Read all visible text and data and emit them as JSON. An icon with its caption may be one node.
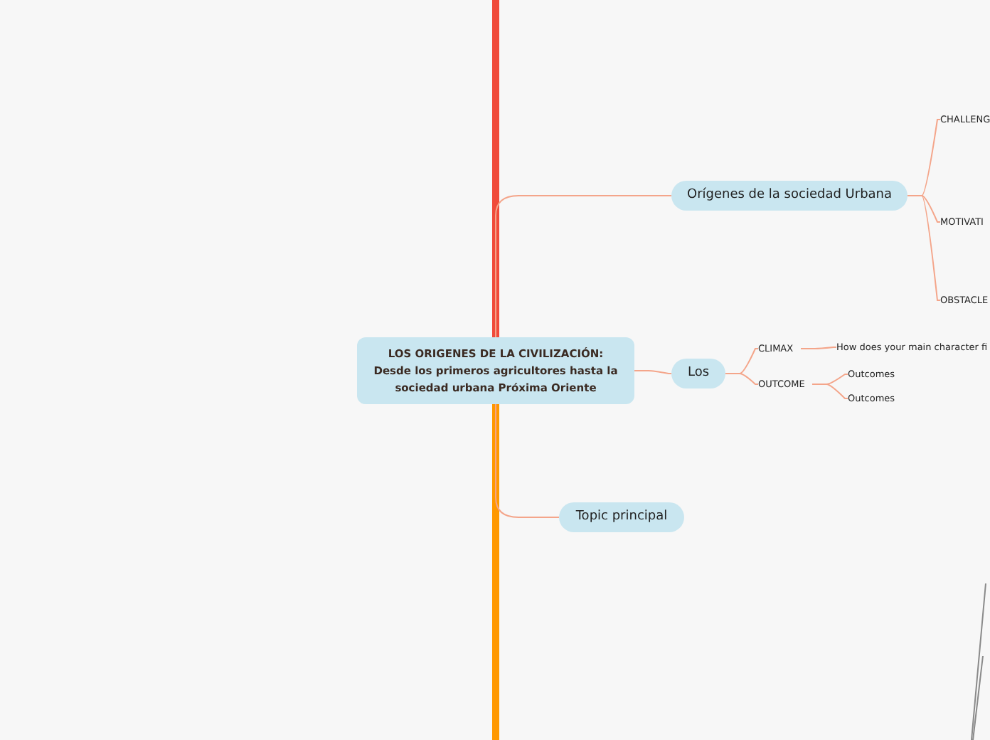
{
  "diagram": {
    "nodes": [
      {
        "text": [
          "LOS ORIGENES DE LA CIVILIZACIÓN: Desde los primeros agricultores hasta la sociedad urbana Próxima Oriente"
        ]
      },
      {
        "text": [
          "Orígenes de la sociedad Urbana"
        ]
      },
      {
        "text": [
          "CHALLENG"
        ]
      },
      {
        "text": [
          "MOTIVATI"
        ]
      },
      {
        "text": [
          "OBSTACLE"
        ]
      },
      {
        "text": [
          "Los"
        ]
      },
      {
        "text": [
          "CLIMAX"
        ]
      },
      {
        "text": [
          "How does your main character fi"
        ]
      },
      {
        "text": [
          "OUTCOME"
        ]
      },
      {
        "text": [
          "Outcomes"
        ]
      },
      {
        "text": [
          "Outcomes"
        ]
      },
      {
        "text": [
          "Topic principal"
        ]
      }
    ],
    "edges": [
      {
        "from": 0,
        "to": null,
        "arrow": "none",
        "style": "thick",
        "color": "#f04a3a"
      },
      {
        "from": 0,
        "to": null,
        "arrow": "none",
        "style": "thick",
        "color": "#ff9800"
      },
      {
        "from": 0,
        "to": 1,
        "arrow": "none"
      },
      {
        "from": 1,
        "to": 2,
        "arrow": "none"
      },
      {
        "from": 1,
        "to": 3,
        "arrow": "none"
      },
      {
        "from": 1,
        "to": 4,
        "arrow": "none"
      },
      {
        "from": 0,
        "to": 5,
        "arrow": "none"
      },
      {
        "from": 5,
        "to": 6,
        "arrow": "none"
      },
      {
        "from": 5,
        "to": 8,
        "arrow": "none"
      },
      {
        "from": 6,
        "to": 7,
        "arrow": "none"
      },
      {
        "from": 8,
        "to": 9,
        "arrow": "none"
      },
      {
        "from": 8,
        "to": 10,
        "arrow": "none"
      },
      {
        "from": 0,
        "to": 11,
        "arrow": "none"
      }
    ]
  }
}
